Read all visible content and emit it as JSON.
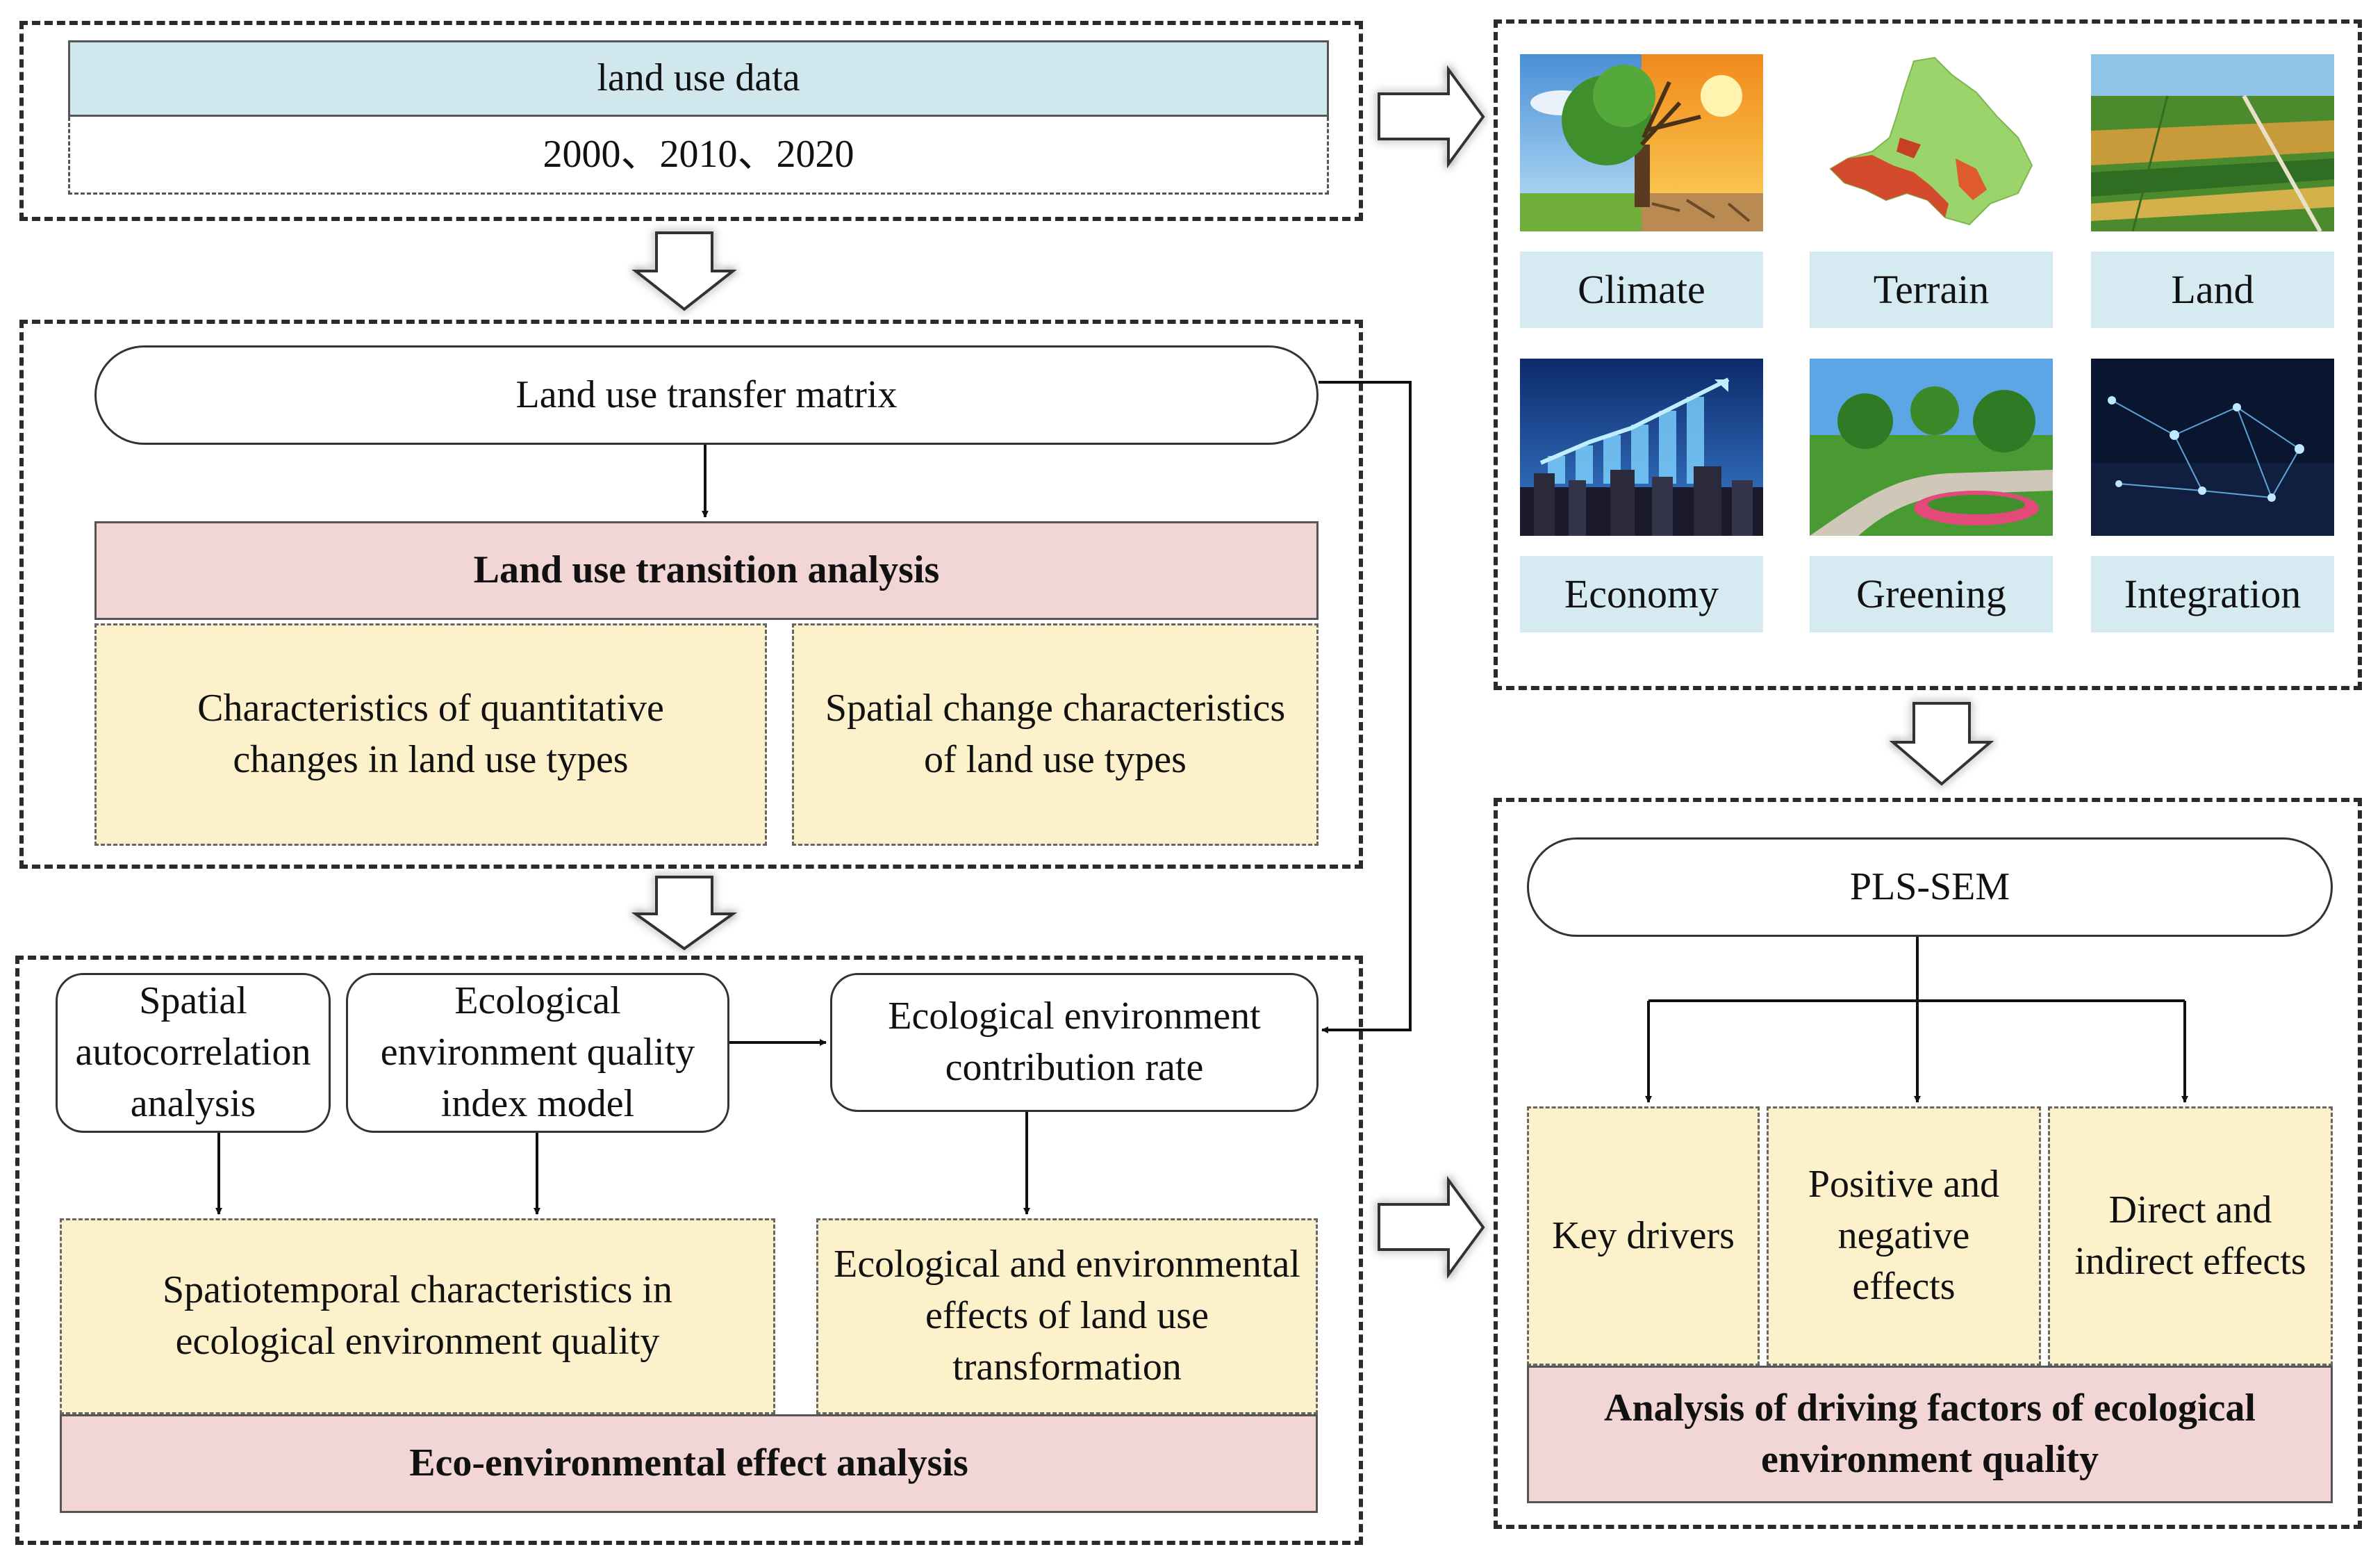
{
  "top_left": {
    "title": "land use data",
    "years": "2000、2010、2020"
  },
  "transition": {
    "matrix": "Land use transfer matrix",
    "analysis": "Land use transition analysis",
    "quant": "Characteristics of quantitative changes in land use types",
    "spatial": "Spatial change characteristics of land use types"
  },
  "eco": {
    "autocorr": "Spatial autocorrelation analysis",
    "index": "Ecological environment quality index model",
    "contribution": "Ecological environment contribution rate",
    "spatiotemporal": "Spatiotemporal characteristics in ecological environment quality",
    "effects": "Ecological and environmental effects of land use transformation",
    "analysis": "Eco-environmental effect analysis"
  },
  "factors": [
    {
      "label": "Climate",
      "icon": "climate-photo"
    },
    {
      "label": "Terrain",
      "icon": "terrain-map"
    },
    {
      "label": "Land",
      "icon": "farmland-photo"
    },
    {
      "label": "Economy",
      "icon": "economy-photo"
    },
    {
      "label": "Greening",
      "icon": "greening-photo"
    },
    {
      "label": "Integration",
      "icon": "integration-photo"
    }
  ],
  "drivers": {
    "model": "PLS-SEM",
    "key": "Key drivers",
    "posneg": "Positive and negative effects",
    "direct": "Direct and indirect effects",
    "analysis": "Analysis of driving factors of ecological environment quality"
  },
  "colors": {
    "pink": "#f2d6d6",
    "yellow": "#fdf1cc",
    "blue": "#d5ebf1",
    "arrow_glow": "#bfe2ee"
  }
}
